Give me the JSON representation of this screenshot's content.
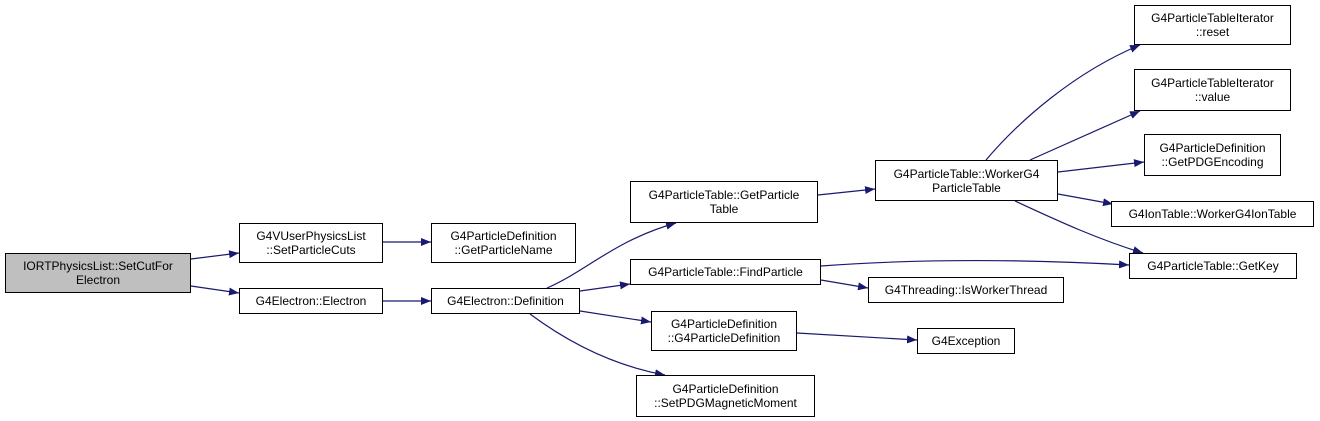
{
  "graph": {
    "edge_color": "#191970",
    "root_fill": "#bfbfbf",
    "nodes": {
      "iort": {
        "lines": [
          "IORTPhysicsList::SetCutFor",
          "Electron"
        ]
      },
      "setpcuts": {
        "lines": [
          "G4VUserPhysicsList",
          "::SetParticleCuts"
        ]
      },
      "getpname": {
        "lines": [
          "G4ParticleDefinition",
          "::GetParticleName"
        ]
      },
      "electron": {
        "lines": [
          "G4Electron::Electron"
        ]
      },
      "definition": {
        "lines": [
          "G4Electron::Definition"
        ]
      },
      "getptable": {
        "lines": [
          "G4ParticleTable::GetParticle",
          "Table"
        ]
      },
      "findp": {
        "lines": [
          "G4ParticleTable::FindParticle"
        ]
      },
      "pdctor": {
        "lines": [
          "G4ParticleDefinition",
          "::G4ParticleDefinition"
        ]
      },
      "setpdgmm": {
        "lines": [
          "G4ParticleDefinition",
          "::SetPDGMagneticMoment"
        ]
      },
      "workerpt": {
        "lines": [
          "G4ParticleTable::WorkerG4",
          "ParticleTable"
        ]
      },
      "isworker": {
        "lines": [
          "G4Threading::IsWorkerThread"
        ]
      },
      "g4exception": {
        "lines": [
          "G4Exception"
        ]
      },
      "itreset": {
        "lines": [
          "G4ParticleTableIterator",
          "::reset"
        ]
      },
      "itvalue": {
        "lines": [
          "G4ParticleTableIterator",
          "::value"
        ]
      },
      "getpdg": {
        "lines": [
          "G4ParticleDefinition",
          "::GetPDGEncoding"
        ]
      },
      "iontable": {
        "lines": [
          "G4IonTable::WorkerG4IonTable"
        ]
      },
      "getkey": {
        "lines": [
          "G4ParticleTable::GetKey"
        ]
      }
    },
    "edges": [
      [
        "iort",
        "setpcuts"
      ],
      [
        "iort",
        "electron"
      ],
      [
        "setpcuts",
        "getpname"
      ],
      [
        "electron",
        "definition"
      ],
      [
        "definition",
        "getptable"
      ],
      [
        "definition",
        "findp"
      ],
      [
        "definition",
        "pdctor"
      ],
      [
        "definition",
        "setpdgmm"
      ],
      [
        "getptable",
        "workerpt"
      ],
      [
        "findp",
        "getkey"
      ],
      [
        "findp",
        "isworker"
      ],
      [
        "pdctor",
        "g4exception"
      ],
      [
        "workerpt",
        "itreset"
      ],
      [
        "workerpt",
        "itvalue"
      ],
      [
        "workerpt",
        "getpdg"
      ],
      [
        "workerpt",
        "iontable"
      ],
      [
        "workerpt",
        "getkey"
      ]
    ]
  }
}
